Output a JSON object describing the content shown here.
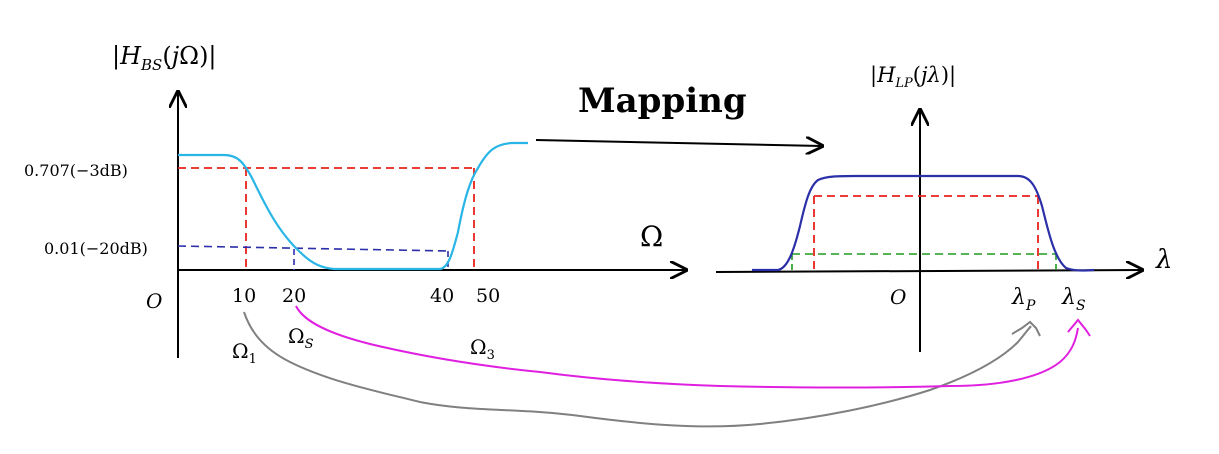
{
  "left_plot": {
    "y_label": "|H_BS(jΩ)|",
    "x_label": "Ω",
    "origin_label": "O",
    "level_labels": [
      "0.707(−3dB)",
      "0.01(−20dB)"
    ],
    "x_ticks": [
      "10",
      "20",
      "40",
      "50"
    ],
    "band_labels": [
      "Ω1",
      "ΩS",
      "Ω3"
    ],
    "curve_color": "#29b6e6"
  },
  "mapping": {
    "label": "Mapping"
  },
  "right_plot": {
    "y_label": "|H_LP(jλ)|",
    "x_label": "λ",
    "origin_label": "O",
    "x_ticks": [
      "λP",
      "λS"
    ],
    "curve_color": "#2b2fa8"
  },
  "colors": {
    "axis": "#000000",
    "dashed_red": "#e8221c",
    "dashed_blue": "#2b2fa8",
    "dashed_green": "#1e9a1e",
    "arrow_gray": "#808080",
    "arrow_magenta": "#e020e0"
  }
}
